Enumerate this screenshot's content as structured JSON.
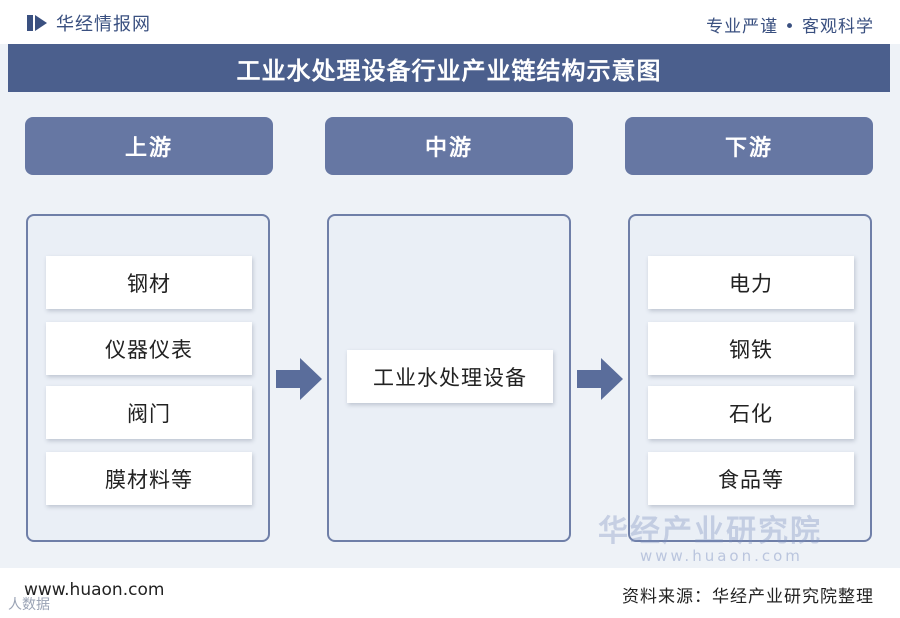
{
  "header": {
    "brand_name": "华经情报网",
    "slogan": "专业严谨 • 客观科学"
  },
  "title": "工业水处理设备行业产业链结构示意图",
  "stages": {
    "upstream": {
      "label": "上游",
      "items": [
        "钢材",
        "仪器仪表",
        "阀门",
        "膜材料等"
      ]
    },
    "midstream": {
      "label": "中游",
      "items": [
        "工业水处理设备"
      ]
    },
    "downstream": {
      "label": "下游",
      "items": [
        "电力",
        "钢铁",
        "石化",
        "食品等"
      ]
    }
  },
  "watermark": {
    "name": "华经产业研究院",
    "url": "www.huaon.com"
  },
  "footer": {
    "website": "www.huaon.com",
    "source": "资料来源：华经产业研究院整理",
    "corner_mark": "人数据"
  },
  "colors": {
    "title_bar": "#4b5f8d",
    "stage_header": "#6677a3",
    "box_border": "#6f7fa8",
    "arrow": "#5a6d9b"
  }
}
